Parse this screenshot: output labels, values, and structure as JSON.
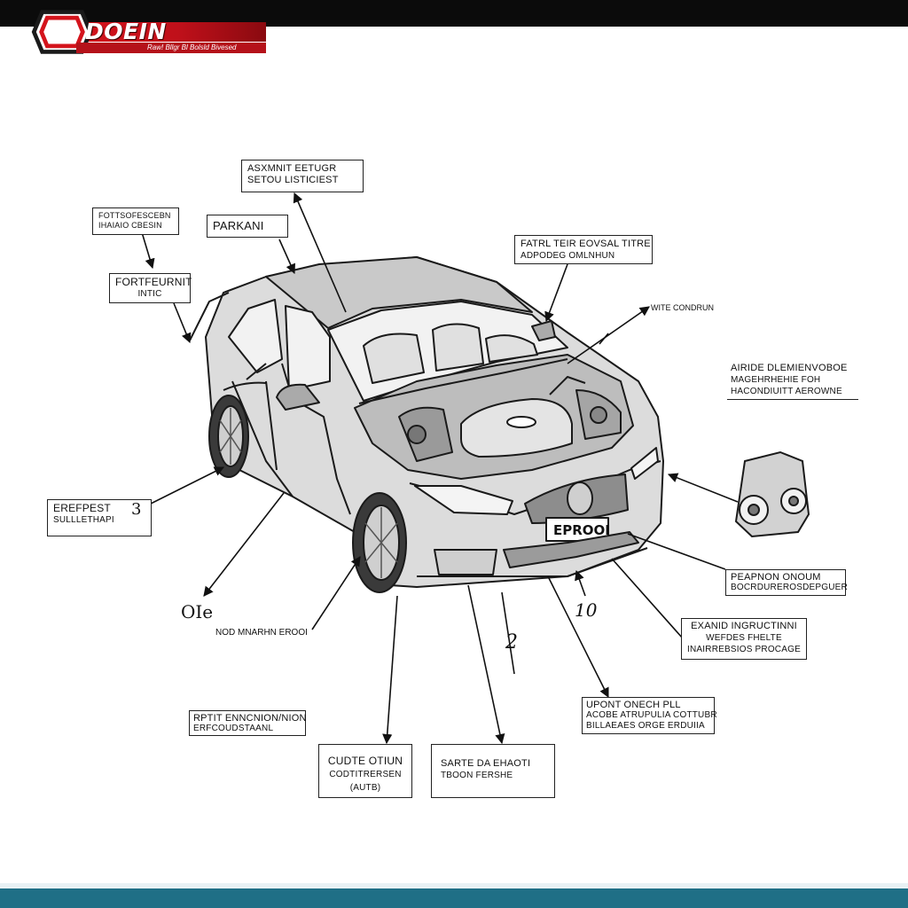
{
  "logo": {
    "word": "DOEIN",
    "tagline": "Raw! Bllgr Bl Bolsld Bivesed"
  },
  "callouts": {
    "top_center": {
      "line1": "ASXMNIT EETUGR",
      "line2": "SETOU LISTICIEST"
    },
    "top_left_small": {
      "line1": "FOTTSOFESCEBN",
      "line2": "IHAIAIO CBESIN"
    },
    "parkani": {
      "line1": "PARKANI"
    },
    "fortfeurnit": {
      "line1": "FORTFEURNIT",
      "line2": "INTIC"
    },
    "fatrl_tier": {
      "line1": "FATRL TEIR EOVSAL TITRE",
      "line2": "ADPODEG OMLNHUN"
    },
    "wire_condrun": {
      "line1": "WITE CONDRUN"
    },
    "airide": {
      "line1": "AIRIDE DLEMIENVOBOE",
      "line2": "MAGEHRHEHIE FOH",
      "line3": "HACONDIUITT AEROWNE"
    },
    "erefpest": {
      "line1": "EREFPEST",
      "line2": "SULLLETHAPI",
      "num": "3"
    },
    "ole": {
      "text": "OIe"
    },
    "nod_manrhn": {
      "line1": "NOD MNARHN EROOI"
    },
    "num_10": {
      "text": "10"
    },
    "num_2": {
      "text": "2"
    },
    "peapnon": {
      "line1": "PEAPNON ONOUM",
      "line2": "BOCRDUREROSDEPGUER"
    },
    "exand": {
      "line1": "EXANID INGRUCTINNI",
      "line2": "WEFDES FHELTE",
      "line3": "INAIRREBSIOS PROCAGE"
    },
    "upont": {
      "line1": "UPONT ONECH PLL",
      "line2": "ACOBE ATRUPULIA COTTUBR",
      "line3": "BILLAEAES ORGE ERDUIIA"
    },
    "rptit": {
      "line1": "RPTIT ENNCNION/NION",
      "line2": "ERFCOUDSTAANL"
    },
    "cudte": {
      "line1": "CUDTE OTIUN",
      "line2": "CODTITRERSEN",
      "line3": "(AUTB)"
    },
    "sarte": {
      "line1": "SARTE DA EHAOTI",
      "line2": "TBOON  FERSHE"
    }
  },
  "car": {
    "plate": "EPROOI"
  },
  "colors": {
    "accent_red": "#d4141c",
    "teal_bar": "#1f6f86",
    "ink": "#1a1a1a"
  }
}
